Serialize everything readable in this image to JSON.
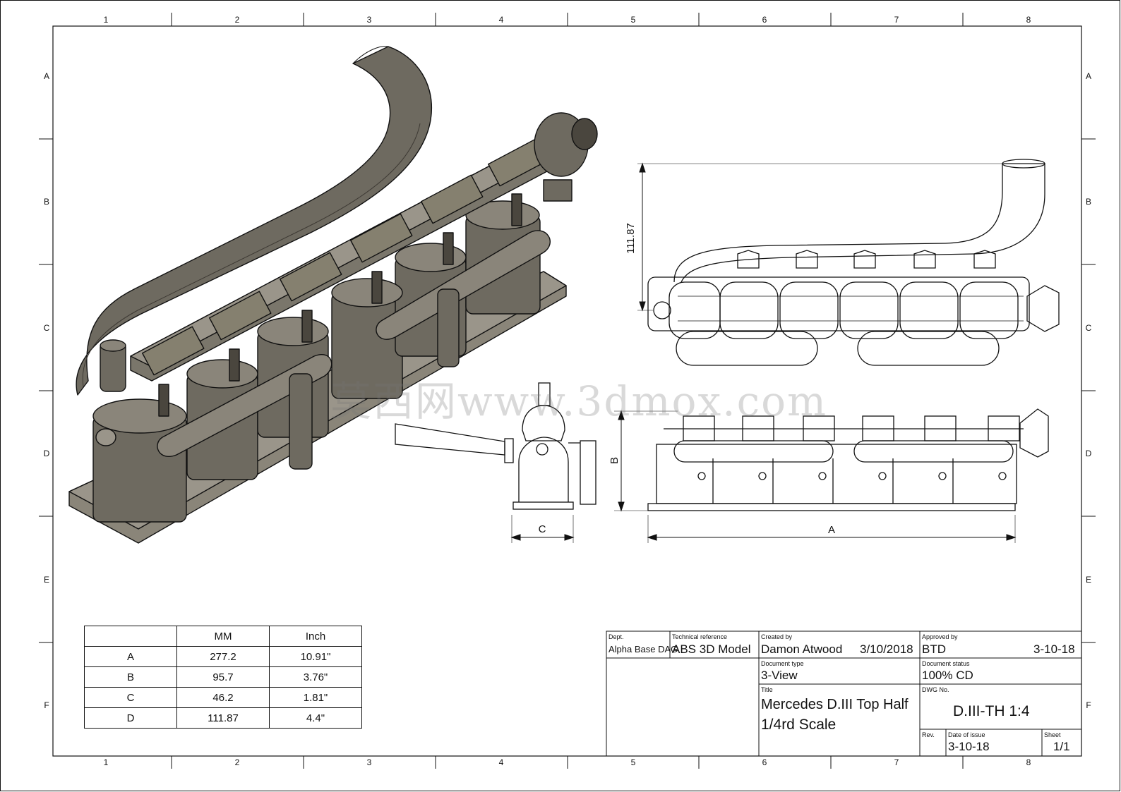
{
  "grid": {
    "columns": [
      "1",
      "2",
      "3",
      "4",
      "5",
      "6",
      "7",
      "8"
    ],
    "rows": [
      "A",
      "B",
      "C",
      "D",
      "E",
      "F"
    ]
  },
  "dimensions": {
    "height_callout": "111.87",
    "label_a": "A",
    "label_b": "B",
    "label_c": "C"
  },
  "dimension_table": {
    "headers": [
      "",
      "MM",
      "Inch"
    ],
    "rows": [
      {
        "dim": "A",
        "mm": "277.2",
        "inch": "10.91\""
      },
      {
        "dim": "B",
        "mm": "95.7",
        "inch": "3.76\""
      },
      {
        "dim": "C",
        "mm": "46.2",
        "inch": "1.81\""
      },
      {
        "dim": "D",
        "mm": "111.87",
        "inch": "4.4\""
      }
    ]
  },
  "title_block": {
    "dept_label": "Dept.",
    "dept": "Alpha Base DAG",
    "techref_label": "Technical reference",
    "techref": "ABS 3D Model",
    "created_label": "Created by",
    "created_by": "Damon Atwood",
    "created_date": "3/10/2018",
    "approved_label": "Approved by",
    "approved_by": "BTD",
    "approved_date": "3-10-18",
    "doctype_label": "Document type",
    "doctype": "3-View",
    "docstatus_label": "Document status",
    "docstatus": "100% CD",
    "title_label": "Title",
    "title_line1": "Mercedes D.III Top Half",
    "title_line2": "1/4rd Scale",
    "dwg_label": "DWG No.",
    "dwg_no": "D.III-TH 1:4",
    "rev_label": "Rev.",
    "issue_label": "Date of issue",
    "issue_date": "3-10-18",
    "sheet_label": "Sheet",
    "sheet": "1/1"
  },
  "watermark": "莫西网www.3dmox.com",
  "colors": {
    "model_fill": "#6e6a60",
    "model_dark": "#4a463e",
    "model_light": "#9a958a",
    "line": "#111111"
  }
}
